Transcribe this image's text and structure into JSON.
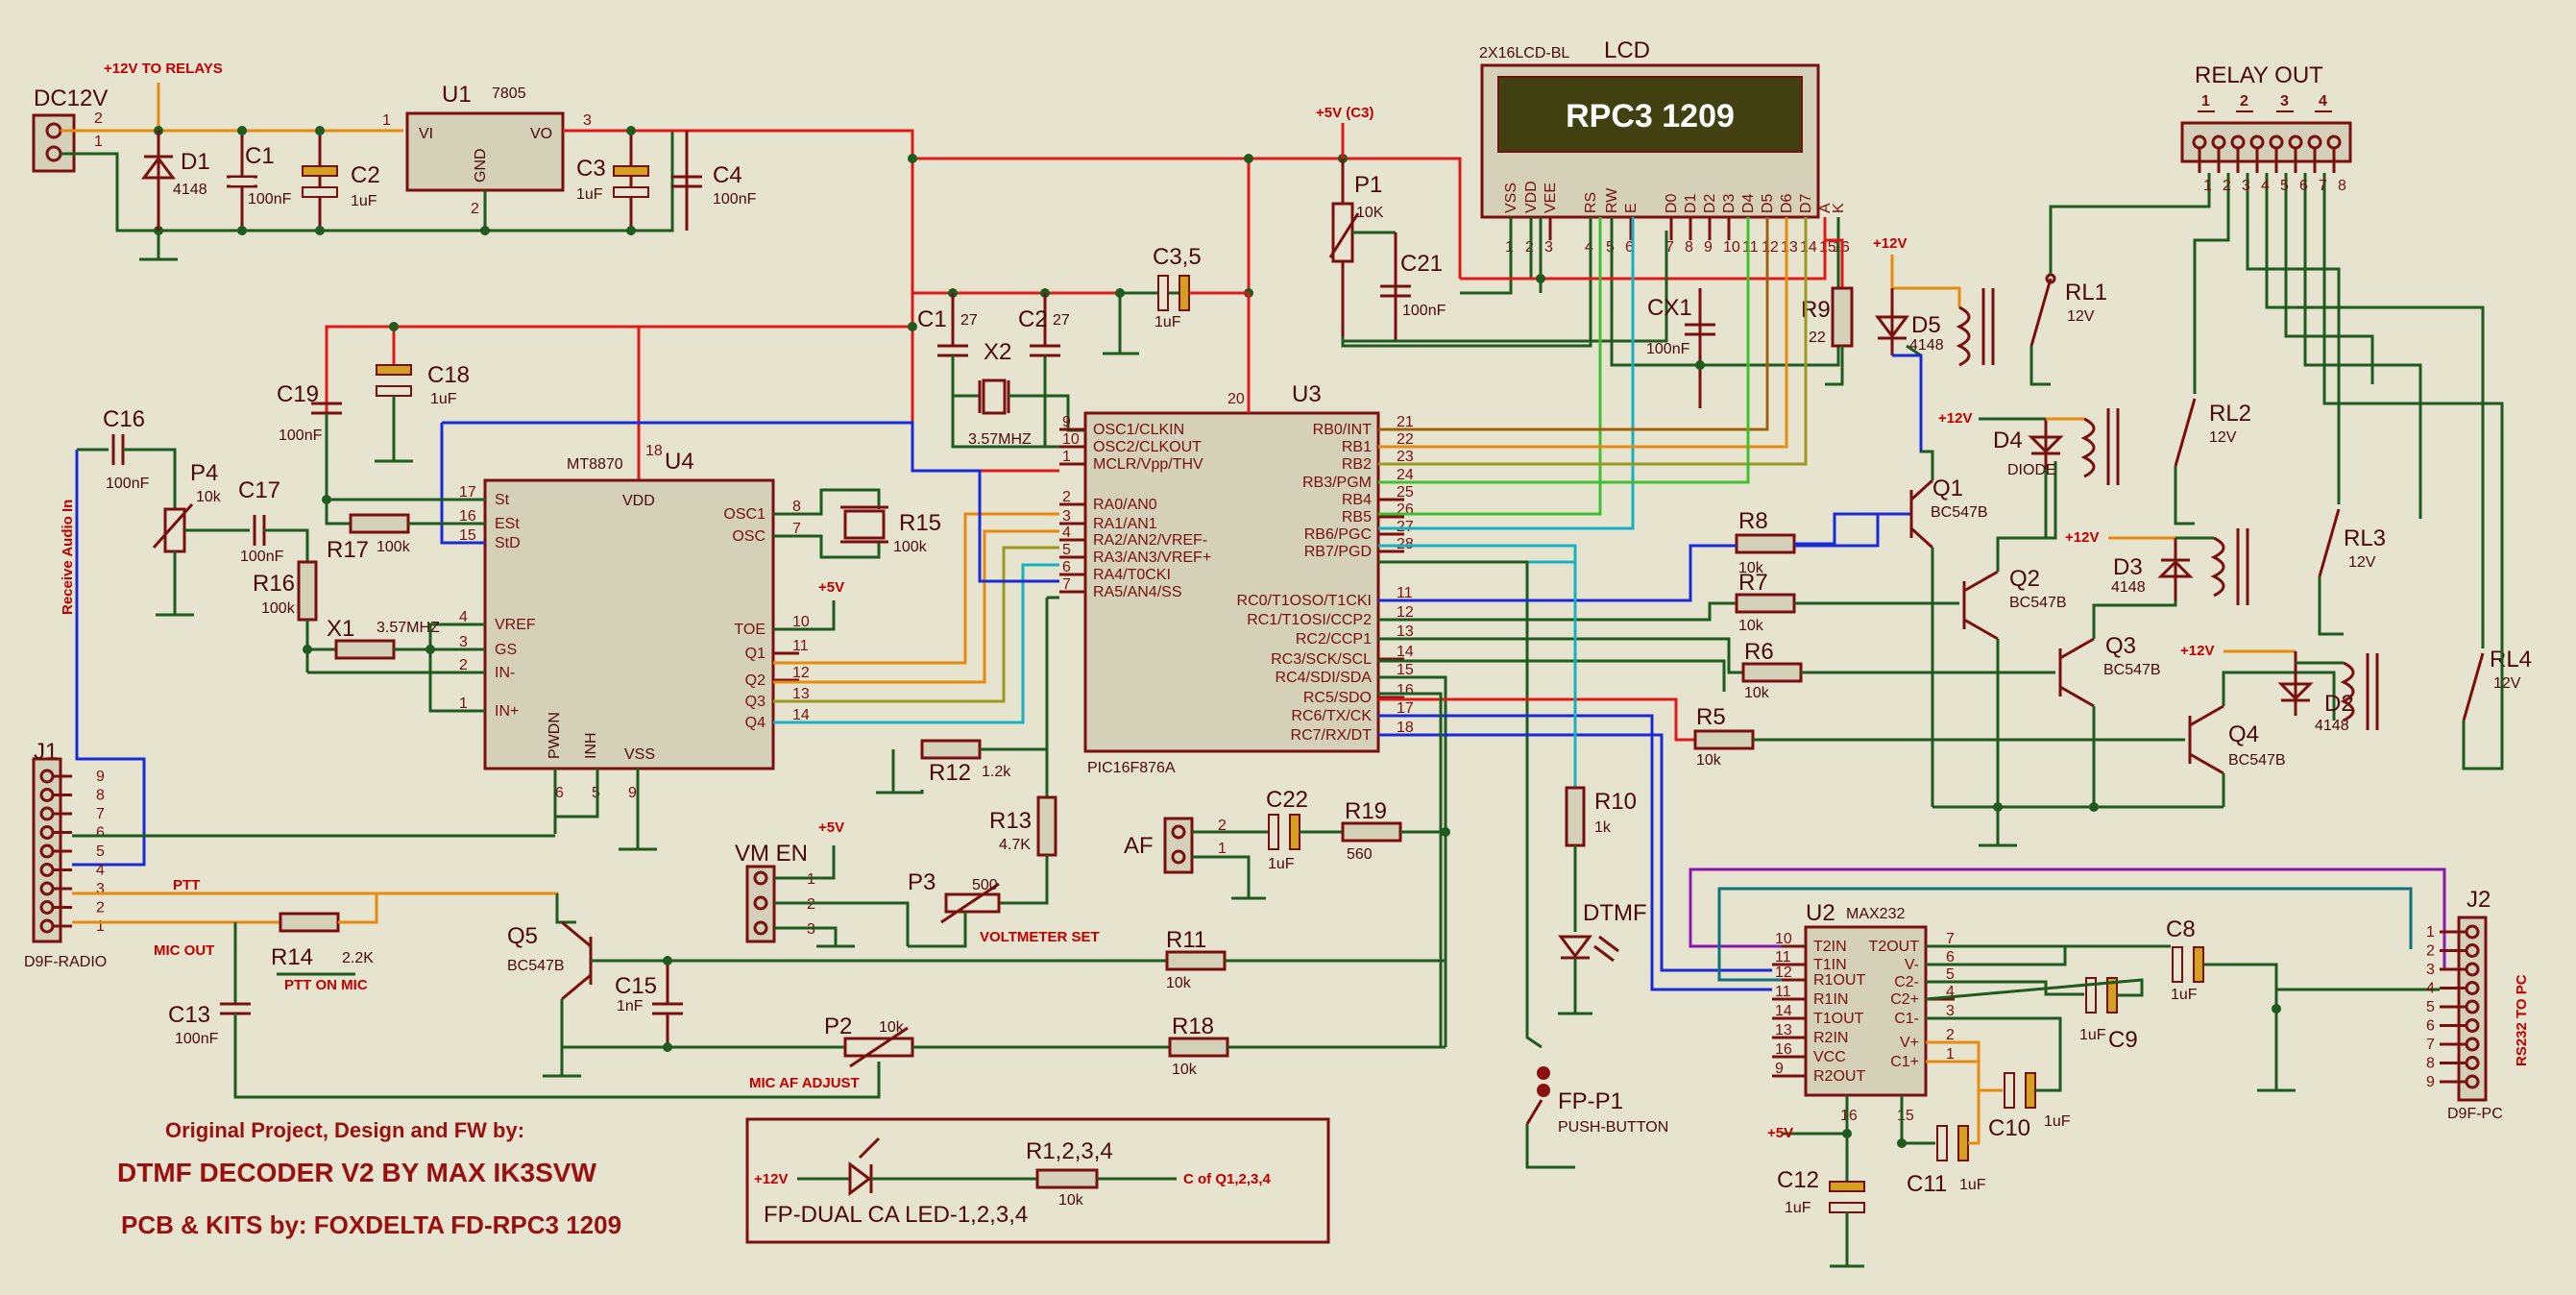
{
  "notes": {
    "relays12v": "+12V TO RELAYS",
    "p5v_c3": "+5V (C3)",
    "receive_audio": "Receive Audio In",
    "ptt": "PTT",
    "mic_out": "MIC OUT",
    "ptt_on_mic": "PTT ON MIC",
    "mic_af_adjust": "MIC AF ADJUST",
    "voltmeter_set": "VOLTMETER SET",
    "vm_en": "VM EN",
    "af": "AF",
    "p5v": "+5V",
    "p12v": "+12V",
    "relay_out": "RELAY OUT",
    "rs232_pc": "RS232 TO PC",
    "dtmf": "DTMF",
    "fp_p1": "FP-P1",
    "push_button": "PUSH-BUTTON",
    "c_of_q": "C of Q1,2,3,4",
    "fp_dual_led": "FP-DUAL CA LED-1,2,3,4",
    "r1234": "R1,2,3,4",
    "credit1": "Original Project, Design and FW by:",
    "credit2": "DTMF DECODER V2 BY MAX IK3SVW",
    "credit3": "PCB & KITS by: FOXDELTA FD-RPC3 1209"
  },
  "lcd": {
    "name": "LCD",
    "type": "2X16LCD-BL",
    "display_text": "RPC3 1209",
    "pins": [
      "VSS",
      "VDD",
      "VEE",
      "RS",
      "RW",
      "E",
      "D0",
      "D1",
      "D2",
      "D3",
      "D4",
      "D5",
      "D6",
      "D7",
      "A",
      "K"
    ],
    "pin_numbers": [
      "1",
      "2",
      "3",
      "4",
      "5",
      "6",
      "7",
      "8",
      "9",
      "10",
      "11",
      "12",
      "13",
      "14",
      "15",
      "16"
    ]
  },
  "u1": {
    "name": "U1",
    "type": "7805",
    "vi": "VI",
    "vo": "VO",
    "gnd": "GND"
  },
  "u3": {
    "name": "U3",
    "type": "PIC16F876A",
    "left_pins": [
      {
        "n": "9",
        "t": "OSC1/CLKIN"
      },
      {
        "n": "10",
        "t": "OSC2/CLKOUT"
      },
      {
        "n": "1",
        "t": "MCLR/Vpp/THV"
      },
      {
        "n": "2",
        "t": "RA0/AN0"
      },
      {
        "n": "3",
        "t": "RA1/AN1"
      },
      {
        "n": "4",
        "t": "RA2/AN2/VREF-"
      },
      {
        "n": "5",
        "t": "RA3/AN3/VREF+"
      },
      {
        "n": "6",
        "t": "RA4/T0CKI"
      },
      {
        "n": "7",
        "t": "RA5/AN4/SS"
      }
    ],
    "right_pins": [
      {
        "n": "21",
        "t": "RB0/INT"
      },
      {
        "n": "22",
        "t": "RB1"
      },
      {
        "n": "23",
        "t": "RB2"
      },
      {
        "n": "24",
        "t": "RB3/PGM"
      },
      {
        "n": "25",
        "t": "RB4"
      },
      {
        "n": "26",
        "t": "RB5"
      },
      {
        "n": "27",
        "t": "RB6/PGC"
      },
      {
        "n": "28",
        "t": "RB7/PGD"
      },
      {
        "n": "11",
        "t": "RC0/T1OSO/T1CKI"
      },
      {
        "n": "12",
        "t": "RC1/T1OSI/CCP2"
      },
      {
        "n": "13",
        "t": "RC2/CCP1"
      },
      {
        "n": "14",
        "t": "RC3/SCK/SCL"
      },
      {
        "n": "15",
        "t": "RC4/SDI/SDA"
      },
      {
        "n": "16",
        "t": "RC5/SDO"
      },
      {
        "n": "17",
        "t": "RC6/TX/CK"
      },
      {
        "n": "18",
        "t": "RC7/RX/DT"
      }
    ],
    "top_pin": "20"
  },
  "u4": {
    "name": "U4",
    "type": "MT8870",
    "vdd": "VDD",
    "vss": "VSS",
    "pwdn": "PWDN",
    "inh": "INH",
    "left_pins": [
      {
        "n": "17",
        "t": "St"
      },
      {
        "n": "16",
        "t": "ESt"
      },
      {
        "n": "15",
        "t": "StD"
      },
      {
        "n": "4",
        "t": "VREF"
      },
      {
        "n": "3",
        "t": "GS"
      },
      {
        "n": "2",
        "t": "IN-"
      },
      {
        "n": "1",
        "t": "IN+"
      }
    ],
    "right_pins": [
      {
        "n": "8",
        "t": "OSC1"
      },
      {
        "n": "7",
        "t": "OSC"
      },
      {
        "n": "10",
        "t": "TOE"
      },
      {
        "n": "11",
        "t": "Q1"
      },
      {
        "n": "12",
        "t": "Q2"
      },
      {
        "n": "13",
        "t": "Q3"
      },
      {
        "n": "14",
        "t": "Q4"
      }
    ],
    "bottom_pins": [
      "6",
      "5",
      "9"
    ],
    "top_pin": "18"
  },
  "u2": {
    "name": "U2",
    "type": "MAX232",
    "left_pins": [
      {
        "n": "10",
        "t": "T2IN"
      },
      {
        "n": "11",
        "t": "T1IN"
      },
      {
        "n": "12",
        "t": "R1OUT"
      },
      {
        "n": "11",
        "t": "R1IN"
      },
      {
        "n": "14",
        "t": "T1OUT"
      },
      {
        "n": "13",
        "t": "R2IN"
      },
      {
        "n": "16",
        "t": "VCC"
      },
      {
        "n": "9",
        "t": "R2OUT"
      }
    ],
    "right_pins": [
      {
        "n": "7",
        "t": "T2OUT"
      },
      {
        "n": "6",
        "t": "V-"
      },
      {
        "n": "5",
        "t": "C2-"
      },
      {
        "n": "4",
        "t": "C2+"
      },
      {
        "n": "3",
        "t": "C1-"
      },
      {
        "n": "2",
        "t": "V+"
      },
      {
        "n": "1",
        "t": "C1+"
      }
    ],
    "bottom_left": "16",
    "bottom_right": "15"
  },
  "parts": [
    {
      "id": "DC12V",
      "name": "DC12V",
      "value": ""
    },
    {
      "id": "D1",
      "name": "D1",
      "value": "4148"
    },
    {
      "id": "C1a",
      "name": "C1",
      "value": "100nF"
    },
    {
      "id": "C2a",
      "name": "C2",
      "value": "1uF"
    },
    {
      "id": "C3",
      "name": "C3",
      "value": "1uF"
    },
    {
      "id": "C4",
      "name": "C4",
      "value": "100nF"
    },
    {
      "id": "C1b",
      "name": "C1",
      "value": "27"
    },
    {
      "id": "C2b",
      "name": "C2",
      "value": "27"
    },
    {
      "id": "X2",
      "name": "X2",
      "value": "3.57MHZ"
    },
    {
      "id": "C35",
      "name": "C3,5",
      "value": "1uF"
    },
    {
      "id": "P1",
      "name": "P1",
      "value": "10K"
    },
    {
      "id": "C21",
      "name": "C21",
      "value": "100nF"
    },
    {
      "id": "CX1",
      "name": "CX1",
      "value": "100nF"
    },
    {
      "id": "R9",
      "name": "R9",
      "value": "22"
    },
    {
      "id": "C18",
      "name": "C18",
      "value": "1uF"
    },
    {
      "id": "C19",
      "name": "C19",
      "value": "100nF"
    },
    {
      "id": "C16",
      "name": "C16",
      "value": "100nF"
    },
    {
      "id": "P4",
      "name": "P4",
      "value": "10k"
    },
    {
      "id": "C17",
      "name": "C17",
      "value": "100nF"
    },
    {
      "id": "R17",
      "name": "R17",
      "value": "100k"
    },
    {
      "id": "R15",
      "name": "R15",
      "value": "100k"
    },
    {
      "id": "R16",
      "name": "R16",
      "value": "100k"
    },
    {
      "id": "X1",
      "name": "X1",
      "value": "3.57MHZ"
    },
    {
      "id": "R12",
      "name": "R12",
      "value": "1.2k"
    },
    {
      "id": "R13",
      "name": "R13",
      "value": "4.7K"
    },
    {
      "id": "P3",
      "name": "P3",
      "value": "500"
    },
    {
      "id": "C22",
      "name": "C22",
      "value": "1uF"
    },
    {
      "id": "R19",
      "name": "R19",
      "value": "560"
    },
    {
      "id": "R10",
      "name": "R10",
      "value": "1k"
    },
    {
      "id": "R11",
      "name": "R11",
      "value": "10k"
    },
    {
      "id": "R18",
      "name": "R18",
      "value": "10k"
    },
    {
      "id": "P2",
      "name": "P2",
      "value": "10k"
    },
    {
      "id": "Q5",
      "name": "Q5",
      "value": "BC547B"
    },
    {
      "id": "C15",
      "name": "C15",
      "value": "1nF"
    },
    {
      "id": "R14",
      "name": "R14",
      "value": "2.2K"
    },
    {
      "id": "C13",
      "name": "C13",
      "value": "100nF"
    },
    {
      "id": "J1",
      "name": "J1",
      "value": "D9F-RADIO"
    },
    {
      "id": "J2",
      "name": "J2",
      "value": "D9F-PC"
    },
    {
      "id": "R8",
      "name": "R8",
      "value": "10k"
    },
    {
      "id": "R7",
      "name": "R7",
      "value": "10k"
    },
    {
      "id": "R6",
      "name": "R6",
      "value": "10k"
    },
    {
      "id": "R5",
      "name": "R5",
      "value": "10k"
    },
    {
      "id": "Q1",
      "name": "Q1",
      "value": "BC547B"
    },
    {
      "id": "Q2",
      "name": "Q2",
      "value": "BC547B"
    },
    {
      "id": "Q3",
      "name": "Q3",
      "value": "BC547B"
    },
    {
      "id": "Q4",
      "name": "Q4",
      "value": "BC547B"
    },
    {
      "id": "D5",
      "name": "D5",
      "value": "4148"
    },
    {
      "id": "D4",
      "name": "D4",
      "value": "DIODE"
    },
    {
      "id": "D3",
      "name": "D3",
      "value": "4148"
    },
    {
      "id": "D2",
      "name": "D2",
      "value": "4148"
    },
    {
      "id": "RL1",
      "name": "RL1",
      "value": "12V"
    },
    {
      "id": "RL2",
      "name": "RL2",
      "value": "12V"
    },
    {
      "id": "RL3",
      "name": "RL3",
      "value": "12V"
    },
    {
      "id": "RL4",
      "name": "RL4",
      "value": "12V"
    },
    {
      "id": "C8",
      "name": "C8",
      "value": "1uF"
    },
    {
      "id": "C9",
      "name": "C9",
      "value": "1uF"
    },
    {
      "id": "C10",
      "name": "C10",
      "value": "1uF"
    },
    {
      "id": "C11",
      "name": "C11",
      "value": "1uF"
    },
    {
      "id": "C12",
      "name": "C12",
      "value": "1uF"
    }
  ],
  "relay_out_pins": [
    "1",
    "2",
    "3",
    "4"
  ],
  "relay_conn_pins": [
    "1",
    "2",
    "3",
    "4",
    "5",
    "6",
    "7",
    "8"
  ],
  "j1_pins": [
    "9",
    "8",
    "7",
    "6",
    "5",
    "4",
    "3",
    "2",
    "1"
  ],
  "j2_pins": [
    "1",
    "2",
    "3",
    "4",
    "5",
    "6",
    "7",
    "8",
    "9"
  ],
  "pin_labels": {
    "dc12_2": "2",
    "dc12_1": "1",
    "u1_1": "1",
    "u1_2": "2",
    "u1_3": "3",
    "vm_1": "1",
    "vm_2": "2",
    "vm_3": "3",
    "af_2": "2",
    "af_1": "1",
    "u3_20": "20"
  }
}
